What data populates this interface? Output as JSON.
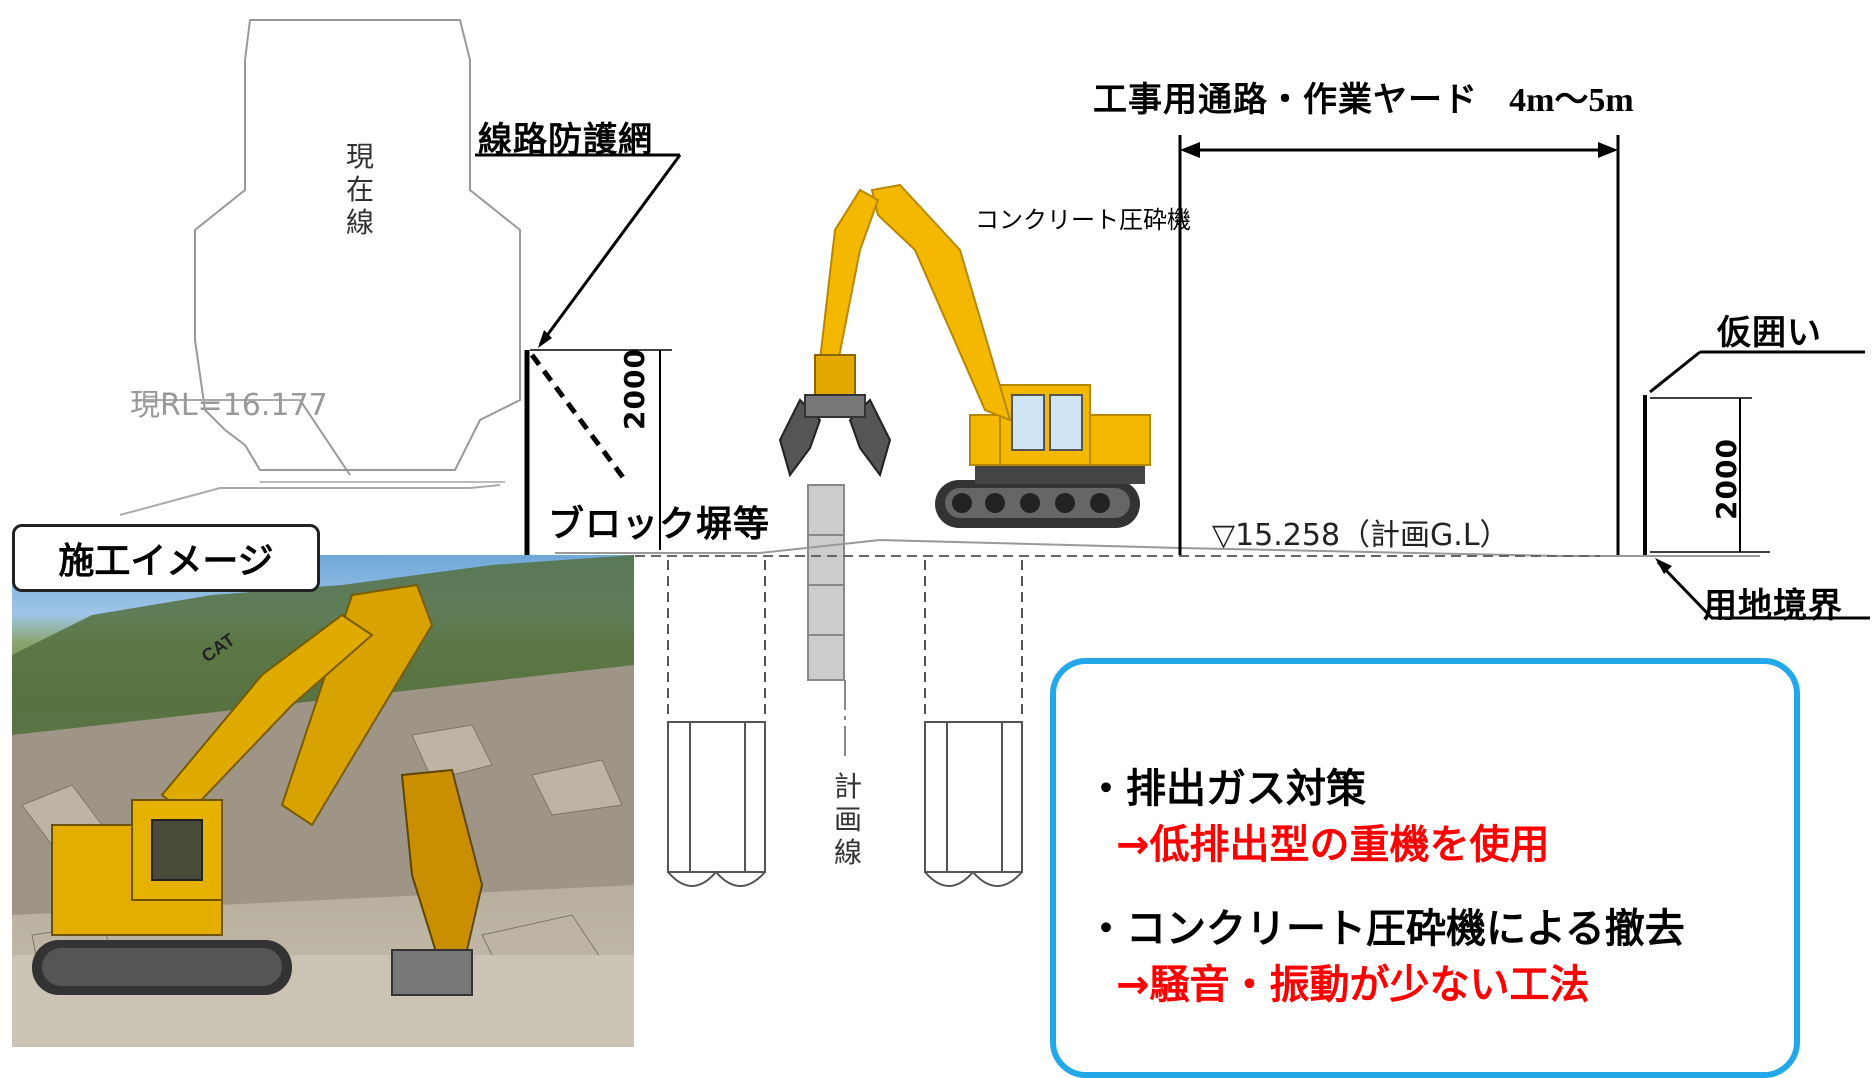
{
  "labels": {
    "current_line": "現在線",
    "rail_net": "線路防護網",
    "rl_value": "現RL=16.177",
    "net_height": "2000",
    "block_wall": "ブロック塀等",
    "crusher": "コンクリート圧砕機",
    "road_yard": "工事用通路・作業ヤード",
    "road_width": "4m～5m",
    "fence": "仮囲い",
    "fence_height": "2000",
    "planned_gl": "▽15.258（計画G.L）",
    "boundary": "用地境界",
    "plan_line": "計画線"
  },
  "photo": {
    "title": "施工イメージ",
    "machine_brand": "CAT"
  },
  "measures": [
    {
      "item": "・排出ガス対策",
      "detail": "→低排出型の重機を使用"
    },
    {
      "item": "・コンクリート圧砕機による撤去",
      "detail": "→騒音・振動が少ない工法"
    }
  ],
  "colors": {
    "excavator": "#f5b800",
    "accent_box": "#22a7e8",
    "highlight_text": "#ff0000"
  }
}
